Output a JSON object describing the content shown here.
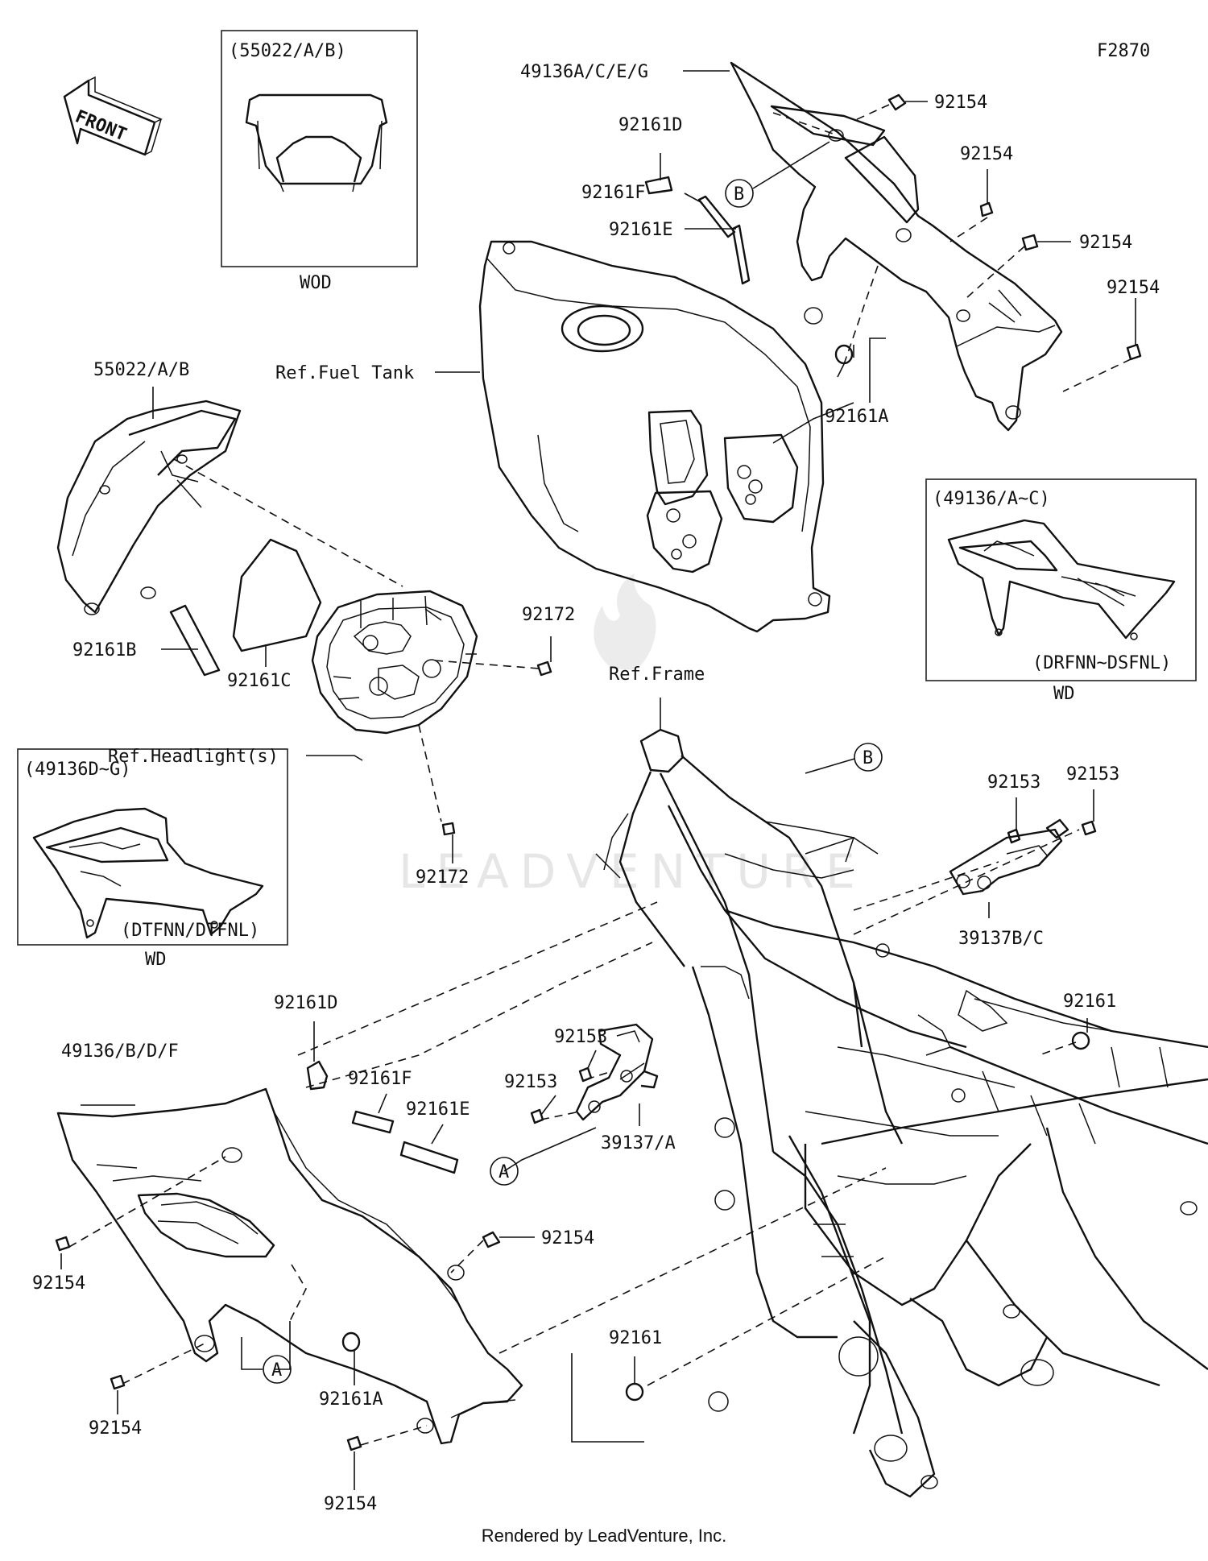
{
  "diagram_code": "F2870",
  "front_arrow_text": "FRONT",
  "watermark_text": "LEADVENTURE",
  "inset_windshield": {
    "parts": "(55022/A/B)",
    "caption": "WOD"
  },
  "inset_right_shroud": {
    "parts": "(49136/A~C)",
    "models": "(DRFNN~DSFNL)",
    "caption": "WD"
  },
  "inset_left_shroud": {
    "parts": "(49136D~G)",
    "models": "(DTFNN/DTFNL)",
    "caption": "WD"
  },
  "callouts": {
    "r_shroud": "49136A/C/E/G",
    "bolt_92154_a": "92154",
    "bolt_92154_b": "92154",
    "bolt_92154_c": "92154",
    "bolt_92154_d": "92154",
    "pad_92161d_top": "92161D",
    "pad_92161f_top": "92161F",
    "pad_92161e_top": "92161E",
    "grommet_92161a_top": "92161A",
    "ref_fuel_tank": "Ref.Fuel Tank",
    "windshield": "55022/A/B",
    "pad_92161b": "92161B",
    "pad_92161c": "92161C",
    "bolt_92172_top": "92172",
    "bolt_92172_bottom": "92172",
    "ref_headlight": "Ref.Headlight(s)",
    "ref_frame": "Ref.Frame",
    "bolt_92153_right_top": "92153",
    "bolt_92153_right": "92153",
    "bracket_39137bc": "39137B/C",
    "grommet_92161_right": "92161",
    "pad_92161d_bottom": "92161D",
    "pad_92161f_bottom": "92161F",
    "pad_92161e_bottom": "92161E",
    "l_shroud": "49136/B/D/F",
    "bolt_92153_left_top": "92153",
    "bolt_92153_left": "92153",
    "bracket_39137a": "39137/A",
    "bolt_92154_e": "92154",
    "bolt_92154_f": "92154",
    "bolt_92154_g": "92154",
    "grommet_92161a_bottom": "92161A",
    "grommet_92161_bottom": "92161",
    "bolt_92154_h": "92154"
  },
  "markers": {
    "a_1": "A",
    "a_2": "A",
    "b_1": "B",
    "b_2": "B"
  },
  "footer_text": "Rendered by LeadVenture, Inc."
}
